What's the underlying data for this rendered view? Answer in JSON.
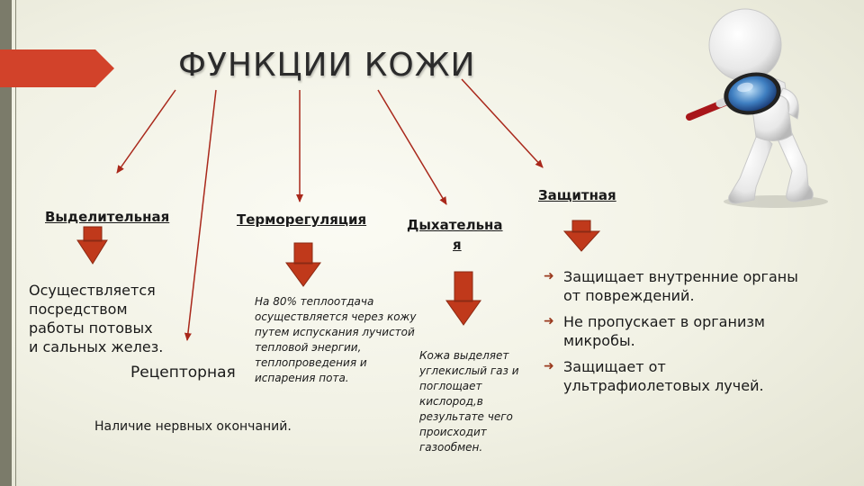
{
  "title": "ФУНКЦИИ КОЖИ",
  "colors": {
    "arrow_line": "#a9281b",
    "block_arrow": "#c0391b",
    "accent_bar": "#d2422a"
  },
  "headings": {
    "excretory": "Выделительная",
    "thermo": "Терморегуляция",
    "respiratory_line1": "Дыхательна",
    "respiratory_line2": "я",
    "protective": "Защитная"
  },
  "excretory_text": [
    "Осуществляется",
    "посредством",
    "работы потовых",
    "и сальных желез."
  ],
  "receptor_label": "Рецепторная",
  "receptor_text": "Наличие нервных окончаний.",
  "thermo_text": [
    "На 80% теплоотдача",
    "осуществляется через кожу",
    "путем испускания лучистой",
    "тепловой энергии,",
    "теплопроведения и",
    "испарения пота."
  ],
  "respiratory_text": [
    "Кожа выделяет",
    "углекислый газ и",
    "поглощает",
    "кислород,в",
    "результате чего",
    "происходит",
    "газообмен."
  ],
  "protective_bullets": [
    "Защищает внутренние органы от повреждений.",
    "Не пропускает в организм микробы.",
    "Защищает от ультрафиолетовых лучей."
  ],
  "bullet_icon": "arrow-right-icon",
  "illustration": "figure-with-magnifying-glass"
}
